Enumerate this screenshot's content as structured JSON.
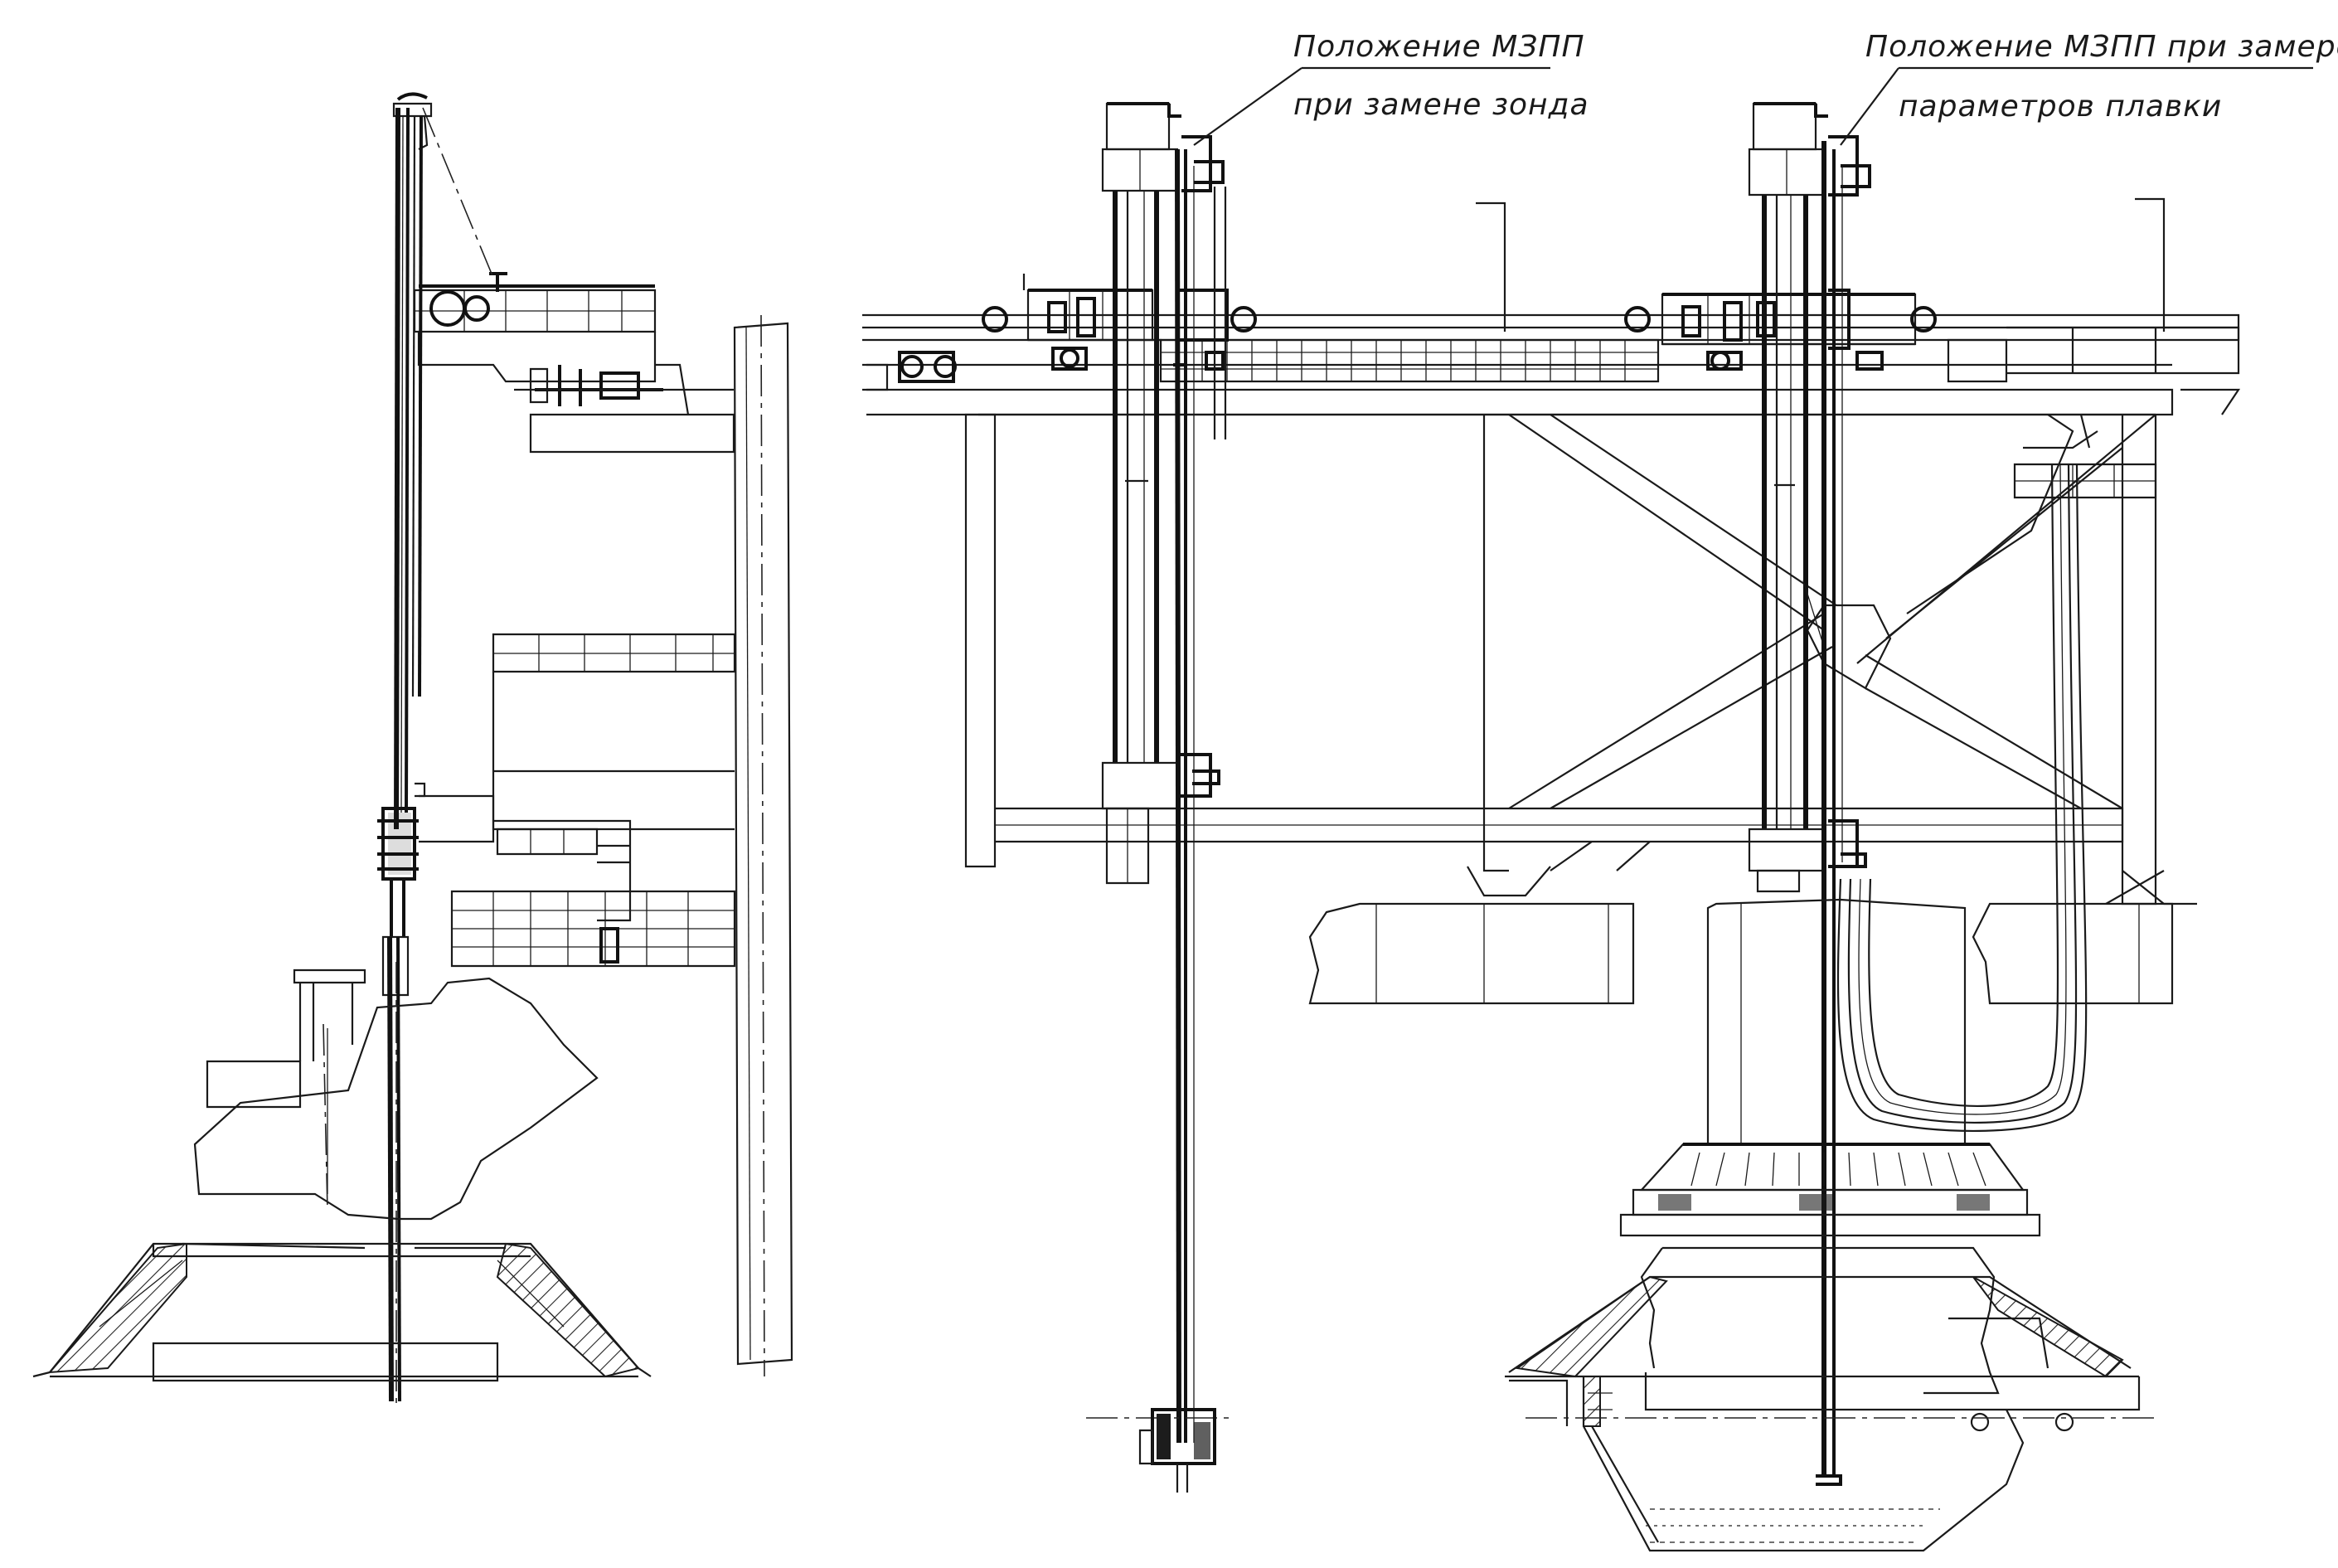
{
  "annotations": {
    "probe_change_line1": "Положение МЗПП",
    "probe_change_line2": "при замене зонда",
    "measurement_line1": "Положение МЗПП при замере",
    "measurement_line2": "параметров плавки"
  }
}
